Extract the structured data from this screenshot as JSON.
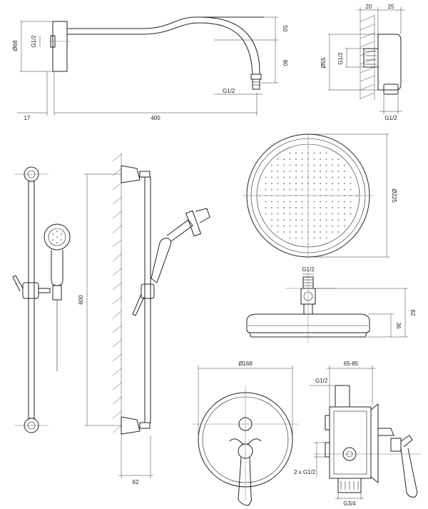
{
  "labels": {
    "arm_flange_dia": "Ø68",
    "arm_thread": "G1/2",
    "arm_rise": "50",
    "arm_drop": "90",
    "arm_outlet_thread": "G1/2",
    "arm_wall_offset": "17",
    "arm_length": "400",
    "elbow_width_a": "20",
    "elbow_width_b": "25",
    "elbow_dia": "Ø55",
    "elbow_thread": "G1/2",
    "elbow_outlet_thread": "G1/2",
    "head_dia": "Ø225",
    "head_thread": "G1/2",
    "head_total_height": "82",
    "head_rim_height": "36",
    "rail_length": "600",
    "rail_wall_offset": "62",
    "plate_dia": "Ø168",
    "valve_depth": "65-85",
    "valve_top_thread": "G1/2",
    "valve_outlets": "2 x G1/2",
    "valve_inlet": "G3/4"
  }
}
